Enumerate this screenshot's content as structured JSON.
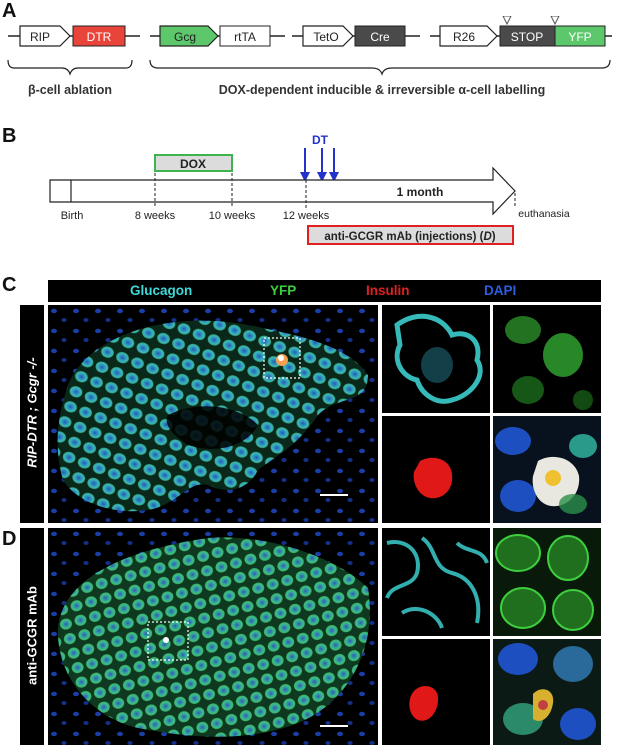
{
  "panel_a": {
    "letter": "A",
    "constructs": [
      {
        "promoter": "RIP",
        "gene": "DTR",
        "gene_color": "#e8443a",
        "gene_text_color": "#ffffff"
      },
      {
        "promoter": "Gcg",
        "gene": "rtTA",
        "promoter_color": "#5cc86b",
        "gene_color": "#ffffff",
        "gene_text_color": "#222222"
      },
      {
        "promoter": "TetO",
        "gene": "Cre",
        "gene_color": "#4a4a4a",
        "gene_text_color": "#ffffff"
      },
      {
        "promoter": "R26",
        "gene": "STOP",
        "gene2": "YFP",
        "gene_color": "#4a4a4a",
        "gene2_color": "#5cc86b",
        "gene_text_color": "#ffffff"
      }
    ],
    "caption_left": "β-cell ablation",
    "caption_right": "DOX-dependent inducible & irreversible α-cell labelling"
  },
  "panel_b": {
    "letter": "B",
    "dox": "DOX",
    "dt": "DT",
    "month": "1 month",
    "ticks": [
      "Birth",
      "8 weeks",
      "10 weeks",
      "12 weeks"
    ],
    "end": "euthanasia",
    "treatment": "anti-GCGR mAb (injections) (",
    "treatment_italic": "D",
    "treatment_close": ")",
    "colors": {
      "dox_border": "#3fb34f",
      "dt_arrow": "#2233cc",
      "treatment_border": "#e02020"
    }
  },
  "panel_c": {
    "letter": "C",
    "side_label": "RIP-DTR ; Gcgr -/-",
    "channels": [
      {
        "name": "Glucagon",
        "color": "#3fd9d9"
      },
      {
        "name": "YFP",
        "color": "#3ecf3e"
      },
      {
        "name": "Insulin",
        "color": "#e02020"
      },
      {
        "name": "DAPI",
        "color": "#2b5fe0"
      }
    ]
  },
  "panel_d": {
    "letter": "D",
    "side_label": "anti-GCGR mAb"
  }
}
